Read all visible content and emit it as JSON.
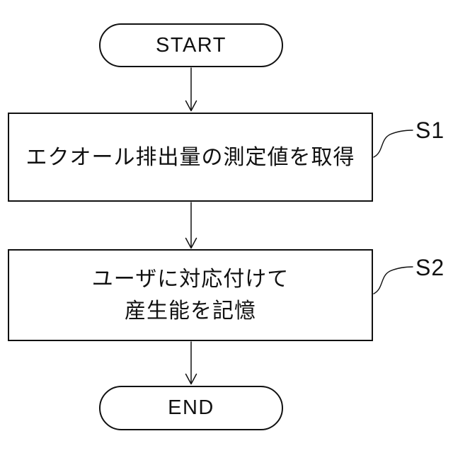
{
  "flowchart": {
    "start_label": "START",
    "end_label": "END",
    "steps": [
      {
        "id": "S1",
        "text": "エクオール排出量の測定値を取得"
      },
      {
        "id": "S2",
        "line1": "ユーザに対応付けて",
        "line2": "産生能を記憶"
      }
    ],
    "colors": {
      "line": "#111111",
      "background": "#ffffff"
    }
  }
}
